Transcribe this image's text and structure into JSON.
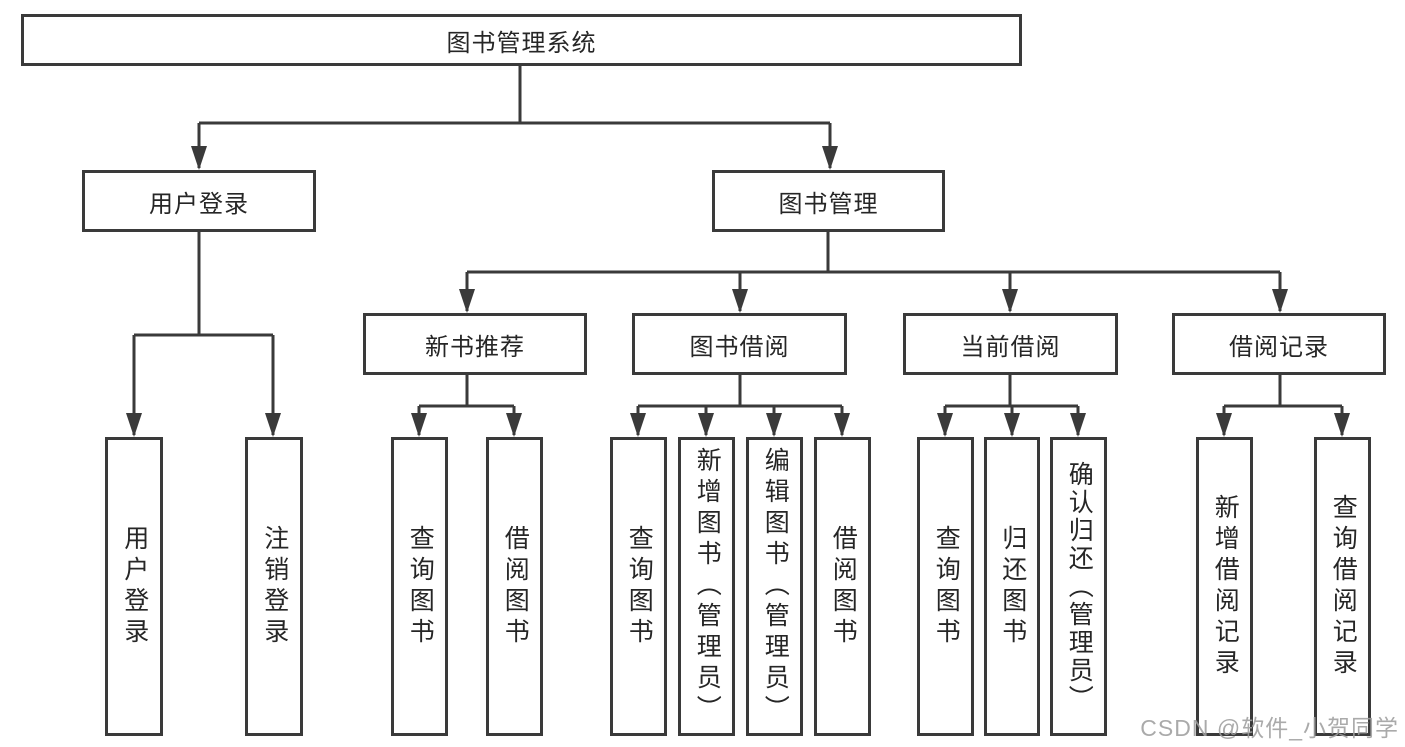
{
  "diagram_type": "hierarchical-function-tree",
  "colors": {
    "line": "#3a3a3a",
    "box_border": "#3a3a3a",
    "text": "#262626",
    "background": "#ffffff",
    "watermark": "#9e9e9e"
  },
  "tree": {
    "root": {
      "label": "图书管理系统",
      "children": [
        {
          "label": "用户登录",
          "children": [
            {
              "label": "用户登录"
            },
            {
              "label": "注销登录"
            }
          ]
        },
        {
          "label": "图书管理",
          "children": [
            {
              "label": "新书推荐",
              "children": [
                {
                  "label": "查询图书"
                },
                {
                  "label": "借阅图书"
                }
              ]
            },
            {
              "label": "图书借阅",
              "children": [
                {
                  "label": "查询图书"
                },
                {
                  "label": "新增图书（管理员）"
                },
                {
                  "label": "编辑图书（管理员）"
                },
                {
                  "label": "借阅图书"
                }
              ]
            },
            {
              "label": "当前借阅",
              "children": [
                {
                  "label": "查询图书"
                },
                {
                  "label": "归还图书"
                },
                {
                  "label": "确认归还（管理员）"
                }
              ]
            },
            {
              "label": "借阅记录",
              "children": [
                {
                  "label": "新增借阅记录"
                },
                {
                  "label": "查询借阅记录"
                }
              ]
            }
          ]
        }
      ]
    }
  },
  "watermark": {
    "text": "CSDN @软件_小贺同学"
  }
}
